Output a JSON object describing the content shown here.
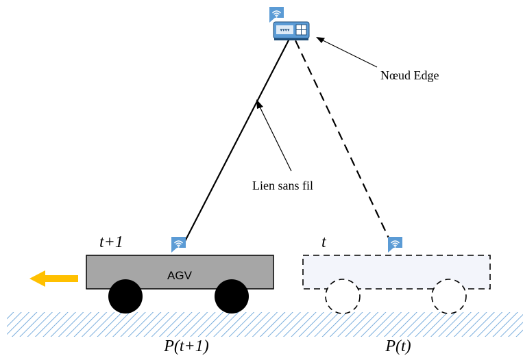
{
  "labels": {
    "edge_node": "Nœud Edge",
    "wireless_link": "Lien sans fil",
    "agv": "AGV",
    "time_next": "t+1",
    "time_now": "t",
    "position_next": "P(t+1)",
    "position_now": "P(t)"
  },
  "colors": {
    "ground_hatch": "#5B9BD5",
    "agv_body": "#A6A6A6",
    "ghost_body": "#F3F5FB",
    "wifi_badge": "#5B9BD5",
    "arrow": "#FFC000",
    "line": "#000000"
  },
  "icons": {
    "wifi": "wifi-icon",
    "router": "router-icon",
    "direction": "arrow-left-icon"
  }
}
